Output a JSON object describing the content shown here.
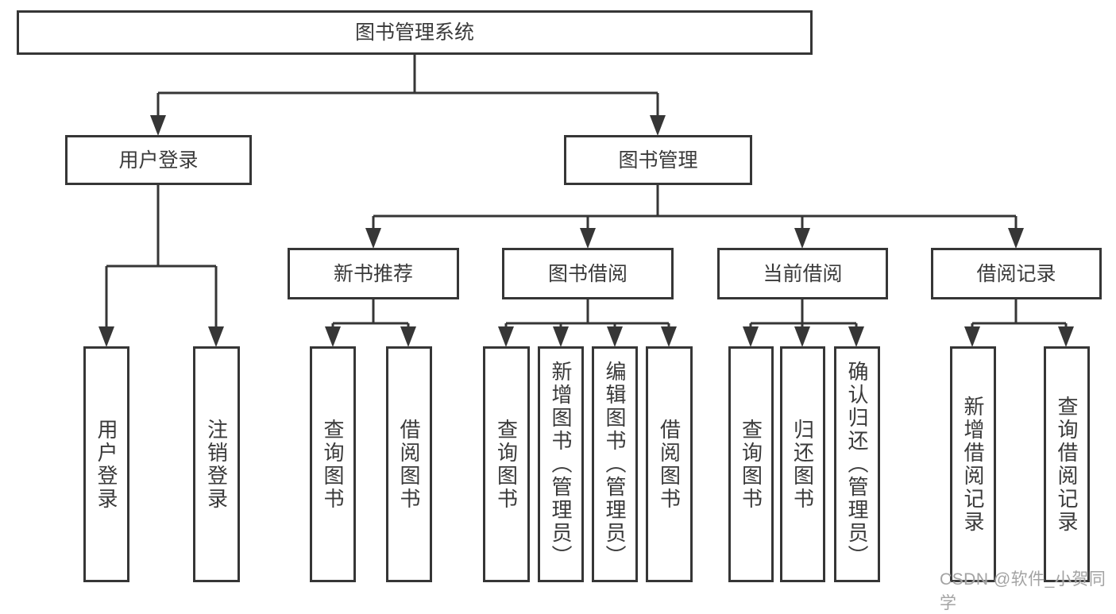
{
  "colors": {
    "line": "#363636",
    "box_bg": "#ffffff",
    "text": "#3a3a3a",
    "watermark": "#a3a3a3",
    "page_bg": "#ffffff"
  },
  "watermark": "CSDN @软件_小贺同学",
  "tree": {
    "root": {
      "label": "图书管理系统"
    },
    "level2": [
      {
        "label": "用户登录"
      },
      {
        "label": "图书管理"
      }
    ],
    "level3": [
      {
        "label": "新书推荐"
      },
      {
        "label": "图书借阅"
      },
      {
        "label": "当前借阅"
      },
      {
        "label": "借阅记录"
      }
    ],
    "leaves": {
      "user_login": [
        "用户登录",
        "注销登录"
      ],
      "new_book": [
        "查询图书",
        "借阅图书"
      ],
      "book_borrow": [
        "查询图书",
        "新增图书（管理员）",
        "编辑图书（管理员）",
        "借阅图书"
      ],
      "current_borrow": [
        "查询图书",
        "归还图书",
        "确认归还（管理员）"
      ],
      "records": [
        "新增借阅记录",
        "查询借阅记录"
      ]
    }
  }
}
